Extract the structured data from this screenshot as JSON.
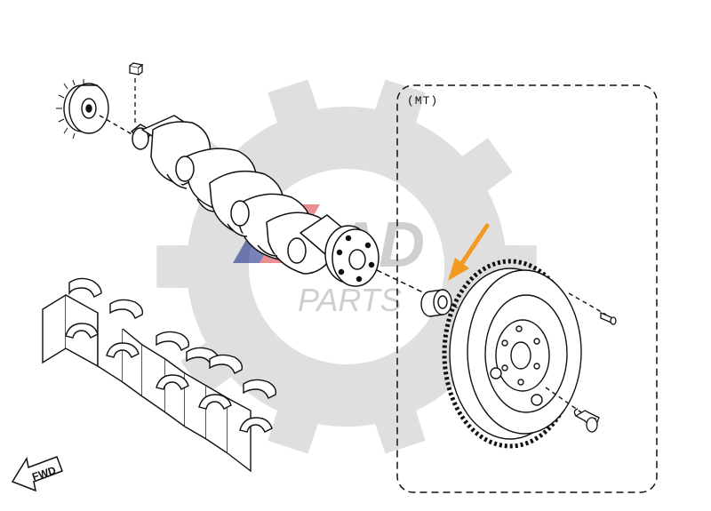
{
  "diagram": {
    "group_label": "(MT)",
    "direction_label": "FWD",
    "watermark": {
      "brand_top": "ZAD",
      "brand_bottom": "PARTS"
    },
    "highlight_arrow_color": "#f39a1f",
    "watermark_gear_color": "#d9d9d9",
    "line_color": "#111111",
    "parts": [
      {
        "name": "crankshaft-timing-sprocket"
      },
      {
        "name": "sprocket-key"
      },
      {
        "name": "crankshaft"
      },
      {
        "name": "main-bearing-shells"
      },
      {
        "name": "pilot-bearing"
      },
      {
        "name": "flywheel"
      },
      {
        "name": "flywheel-dowel-pin"
      },
      {
        "name": "flywheel-bolt"
      }
    ]
  }
}
